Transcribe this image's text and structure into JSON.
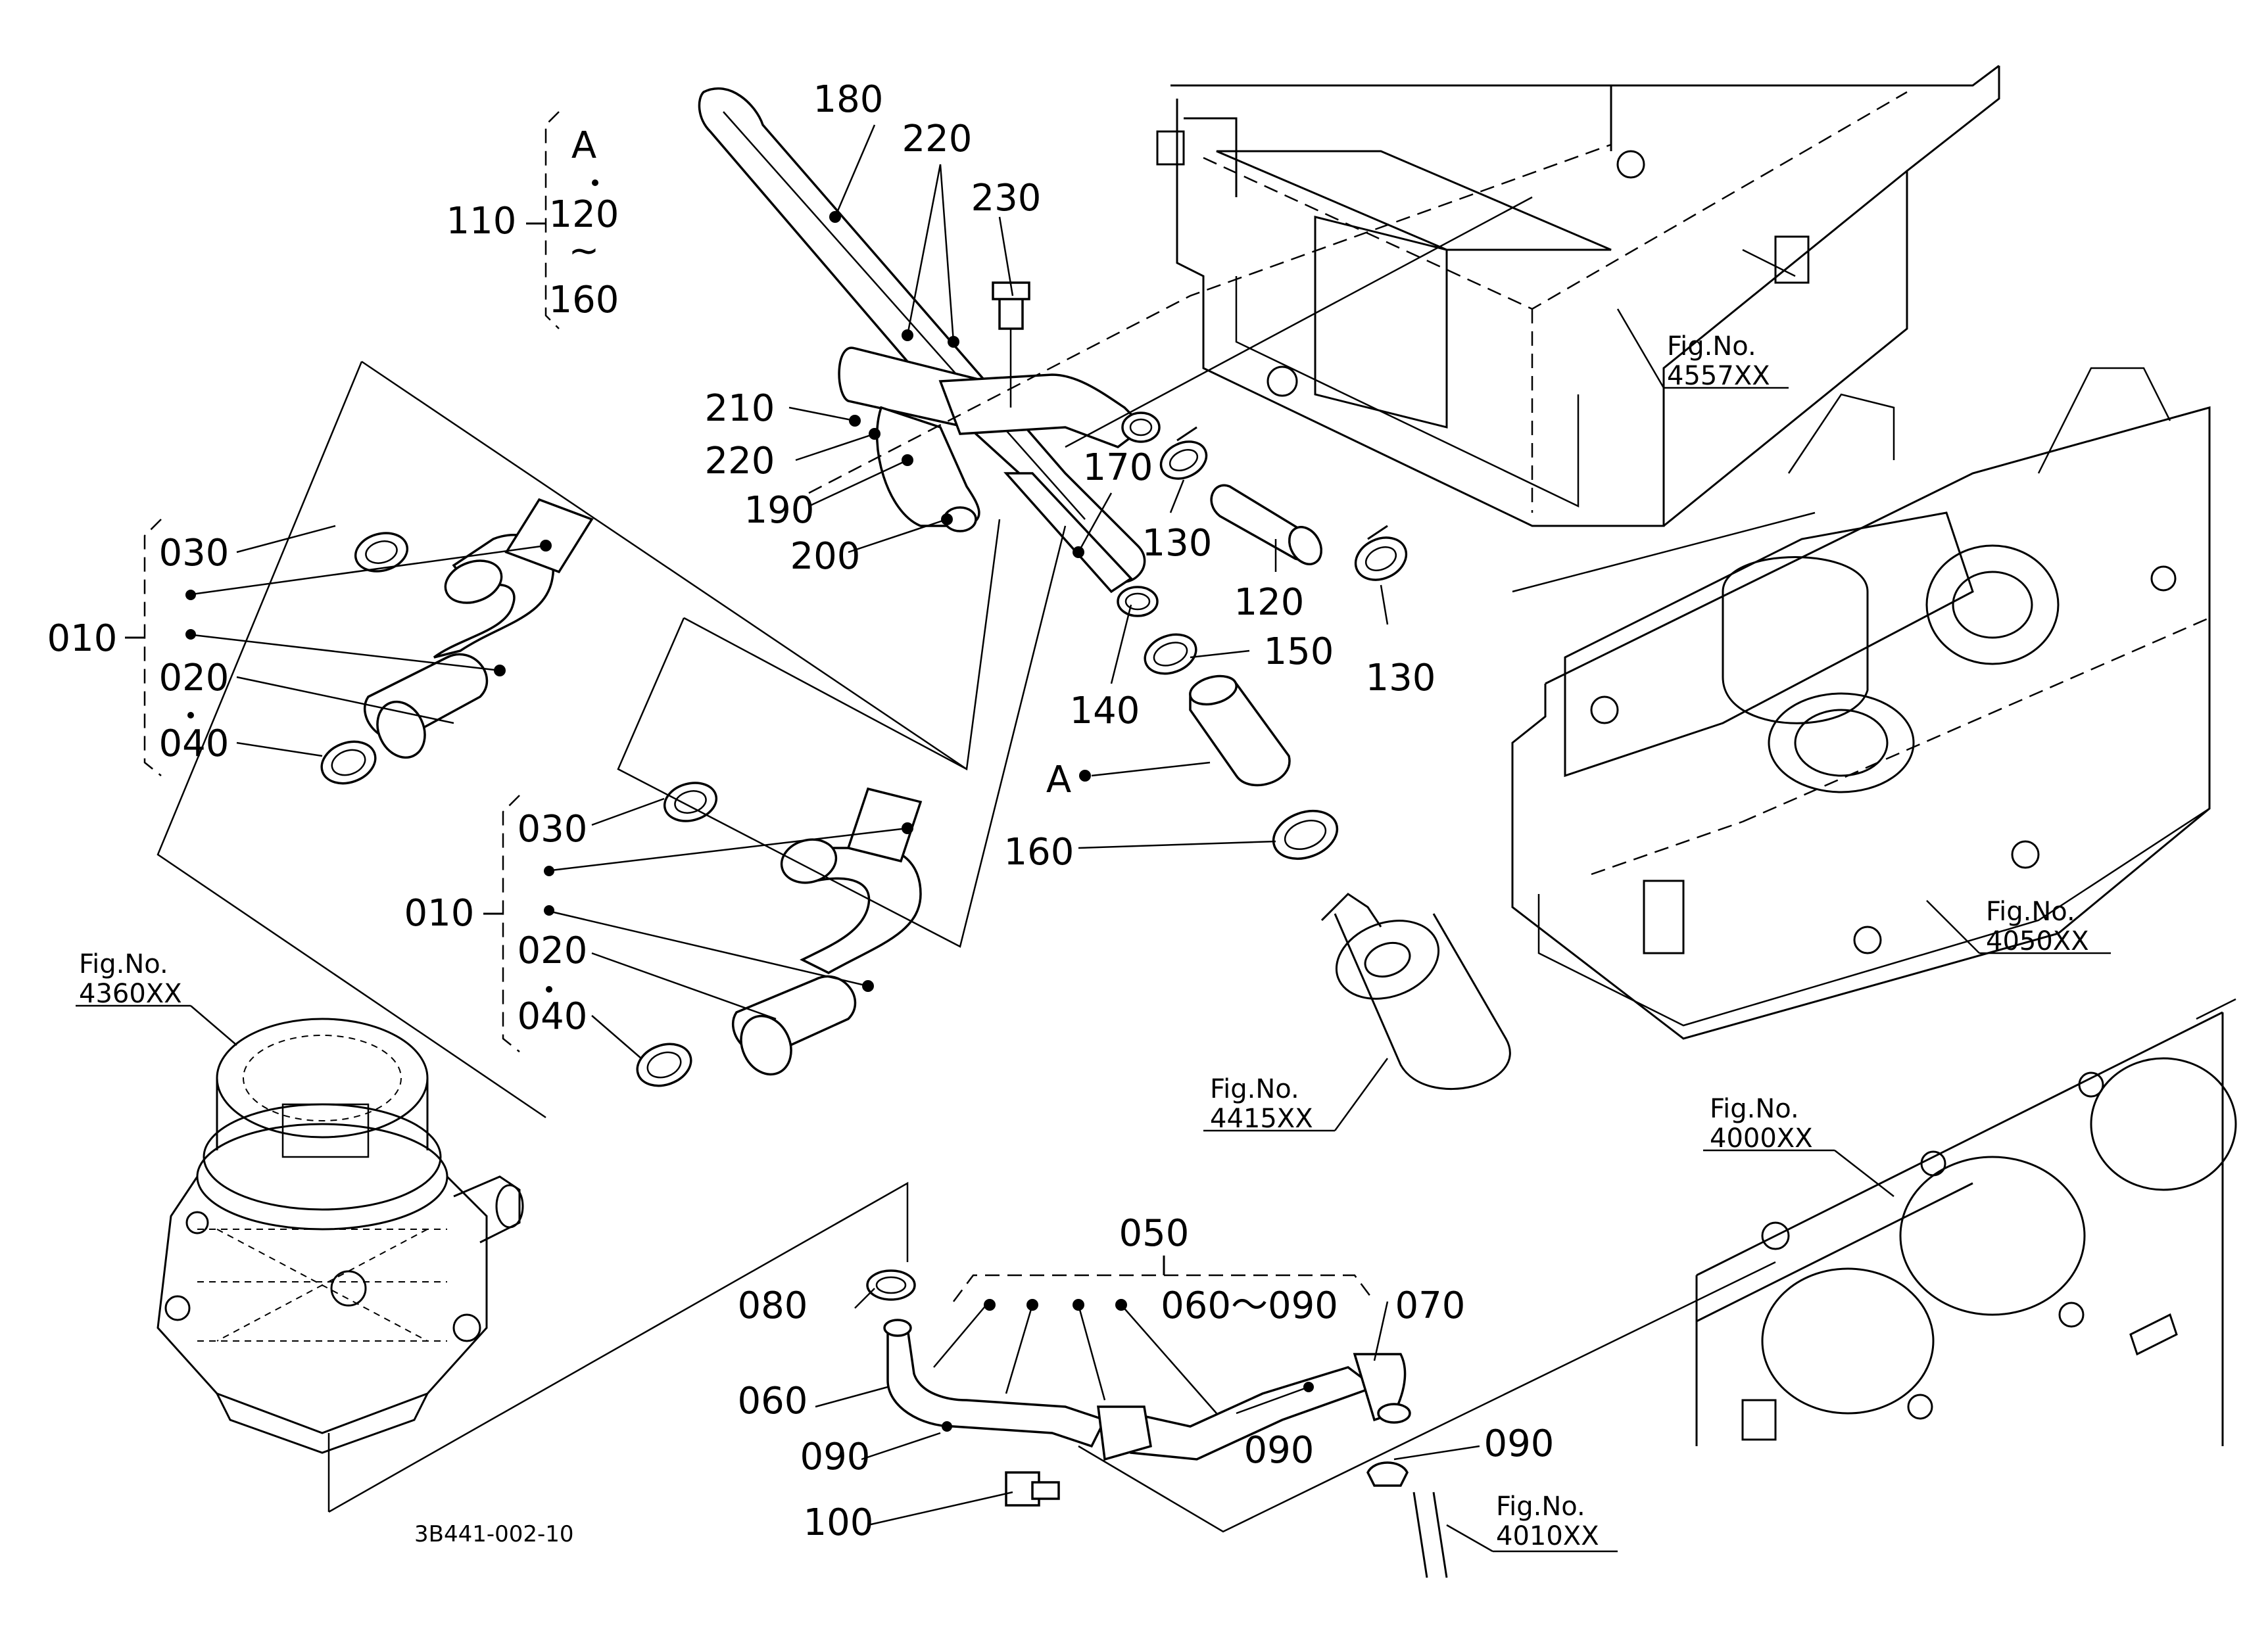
{
  "diagram_code": "3B441-002-10",
  "bracket_group_A": {
    "top": "A",
    "mid1": "120",
    "tilde": "~",
    "mid2": "160",
    "ref": "110"
  },
  "parts": {
    "p180": "180",
    "p220a": "220",
    "p230": "230",
    "p210": "210",
    "p220b": "220",
    "p190": "190",
    "p200": "200",
    "p170": "170",
    "p130a": "130",
    "p120": "120",
    "p130b": "130",
    "p150": "150",
    "p140": "140",
    "pA": "A",
    "p160": "160"
  },
  "hose_group_1": {
    "ref": "010",
    "p030": "030",
    "p020": "020",
    "p040": "040"
  },
  "hose_group_2": {
    "ref": "010",
    "p030": "030",
    "p020": "020",
    "p040": "040"
  },
  "pipe_group": {
    "ref": "050",
    "range": "060～090",
    "p080": "080",
    "p060": "060",
    "p090a": "090",
    "p100": "100",
    "p090b": "090",
    "p070": "070",
    "p090c": "090"
  },
  "fig_refs": {
    "f4557": {
      "label": "Fig.No.",
      "num": "4557XX"
    },
    "f4050": {
      "label": "Fig.No.",
      "num": "4050XX"
    },
    "f4415": {
      "label": "Fig.No.",
      "num": "4415XX"
    },
    "f4360": {
      "label": "Fig.No.",
      "num": "4360XX"
    },
    "f4000": {
      "label": "Fig.No.",
      "num": "4000XX"
    },
    "f4010": {
      "label": "Fig.No.",
      "num": "4010XX"
    }
  }
}
